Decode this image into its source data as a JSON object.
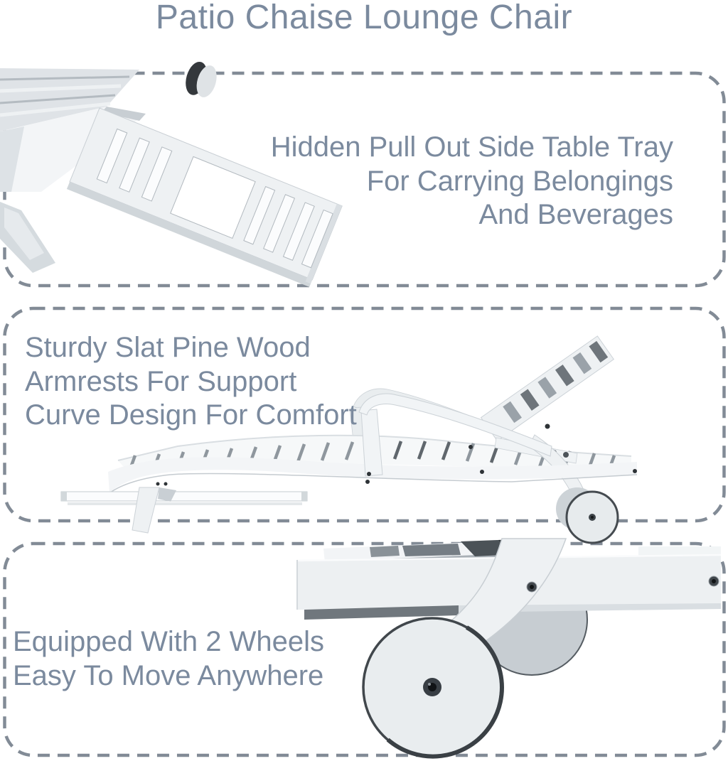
{
  "title": "Patio Chaise Lounge Chair",
  "colors": {
    "text": "#7b8a9e",
    "panel_border": "#828b96",
    "background": "#ffffff"
  },
  "panels": [
    {
      "name": "hidden-tray-feature",
      "align": "right",
      "image": "pull-out-tray-photo",
      "lines": [
        "Hidden Pull Out Side Table Tray",
        "For Carrying Belongings",
        "And Beverages"
      ]
    },
    {
      "name": "armrest-feature",
      "align": "left",
      "image": "chaise-side-photo",
      "lines": [
        "Sturdy Slat Pine Wood",
        "Armrests For Support",
        "Curve Design For Comfort"
      ]
    },
    {
      "name": "wheels-feature",
      "align": "left",
      "image": "wheel-closeup-photo",
      "lines": [
        "Equipped With 2 Wheels",
        "Easy To Move Anywhere"
      ]
    }
  ]
}
